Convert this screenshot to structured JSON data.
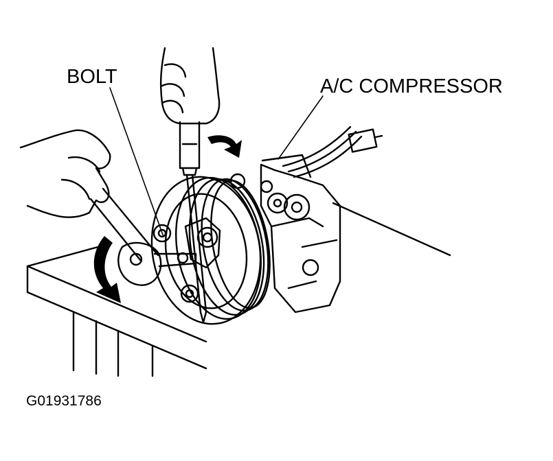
{
  "labels": {
    "bolt": "BOLT",
    "compressor": "A/C COMPRESSOR"
  },
  "figure_id": "G01931786",
  "colors": {
    "ink": "#000000",
    "paper": "#ffffff"
  }
}
